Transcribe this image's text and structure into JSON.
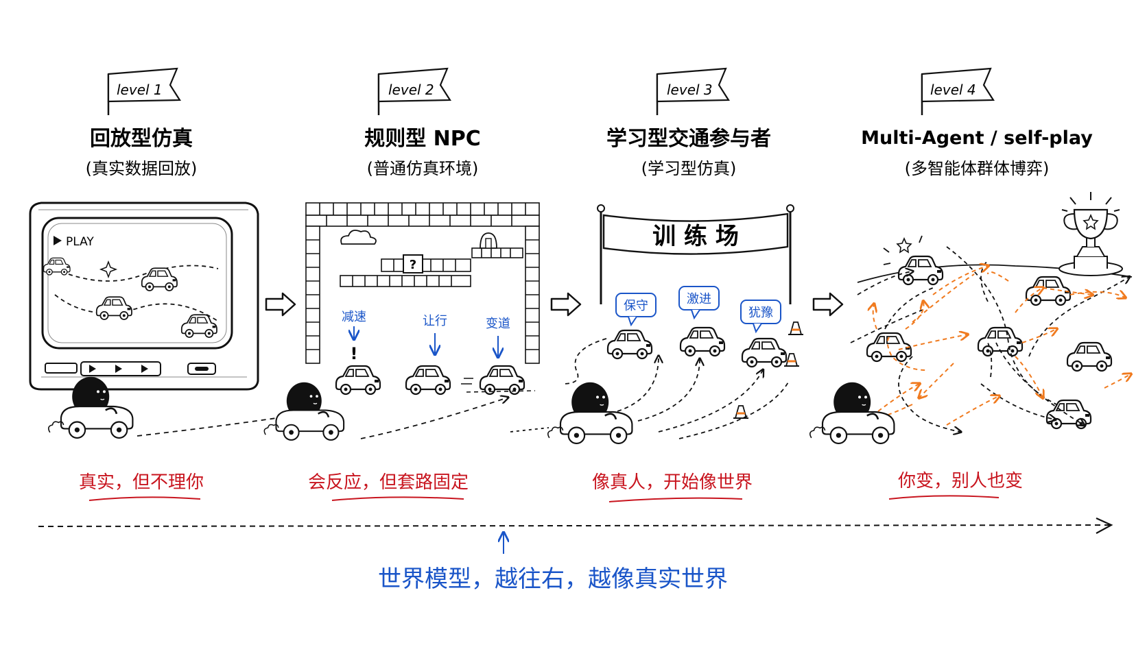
{
  "levels": [
    {
      "flag": "level 1",
      "title": "回放型仿真",
      "subtitle": "(真实数据回放)",
      "slogan": "真实，但不理你",
      "tv": {
        "play_label": "PLAY"
      }
    },
    {
      "flag": "level 2",
      "title": "规则型 NPC",
      "subtitle": "(普通仿真环境)",
      "slogan": "会反应，但套路固定",
      "actions": [
        "减速",
        "让行",
        "变道"
      ]
    },
    {
      "flag": "level 3",
      "title": "学习型交通参与者",
      "subtitle": "(学习型仿真)",
      "slogan": "像真人，开始像世界",
      "banner": "训 练 场",
      "bubbles": [
        "保守",
        "激进",
        "犹豫"
      ]
    },
    {
      "flag": "level 4",
      "title": "Multi-Agent / self-play",
      "subtitle": "(多智能体群体博弈)",
      "slogan": "你变，别人也变"
    }
  ],
  "caption": "世界模型，越往右，越像真实世界",
  "colors": {
    "ink": "#111111",
    "slogan": "#c8141e",
    "accent_blue": "#1a55c8",
    "arrow_orange": "#f07a1e"
  },
  "icons": [
    "flag-icon",
    "tv-icon",
    "play-icon",
    "cloud-icon",
    "question-block-icon",
    "tree-icon",
    "car-icon",
    "driver-icon",
    "cone-icon",
    "banner-icon",
    "speech-bubble-icon",
    "trophy-icon",
    "star-icon",
    "right-arrow-icon",
    "up-arrow-icon"
  ]
}
